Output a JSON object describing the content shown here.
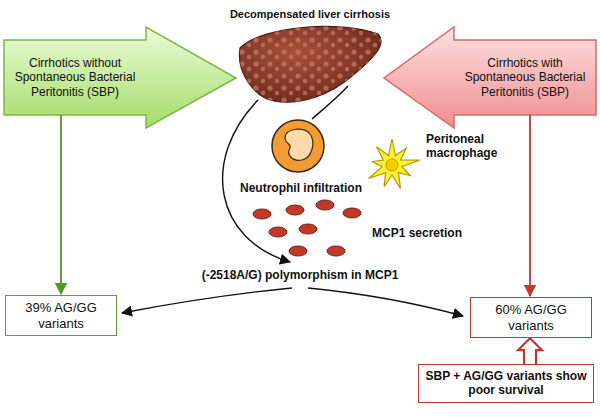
{
  "diagram": {
    "nodes": [
      {
        "text": [
          "Cirrhotics without Spontaneous Bacterial Peritonitis (SBP)"
        ]
      },
      {
        "text": [
          "Cirrhotics with Spontaneous Bacterial Peritonitis (SBP)"
        ]
      },
      {
        "text": [
          "39% AG/GG variants"
        ]
      },
      {
        "text": [
          "60% AG/GG variants"
        ]
      },
      {
        "text": [
          "SBP + AG/GG variants show poor survival"
        ]
      }
    ],
    "edges": [
      {
        "from": 0,
        "to": 2,
        "arrow": "to"
      },
      {
        "from": 1,
        "to": 3,
        "arrow": "to"
      },
      {
        "from": 4,
        "to": 3,
        "arrow": "to"
      }
    ],
    "labels": [
      "Decompensated liver cirrhosis",
      "Peritoneal macrophage",
      "Neutrophil infiltration",
      "MCP1 secretion",
      "(-2518A/G) polymorphism in MCP1"
    ]
  }
}
